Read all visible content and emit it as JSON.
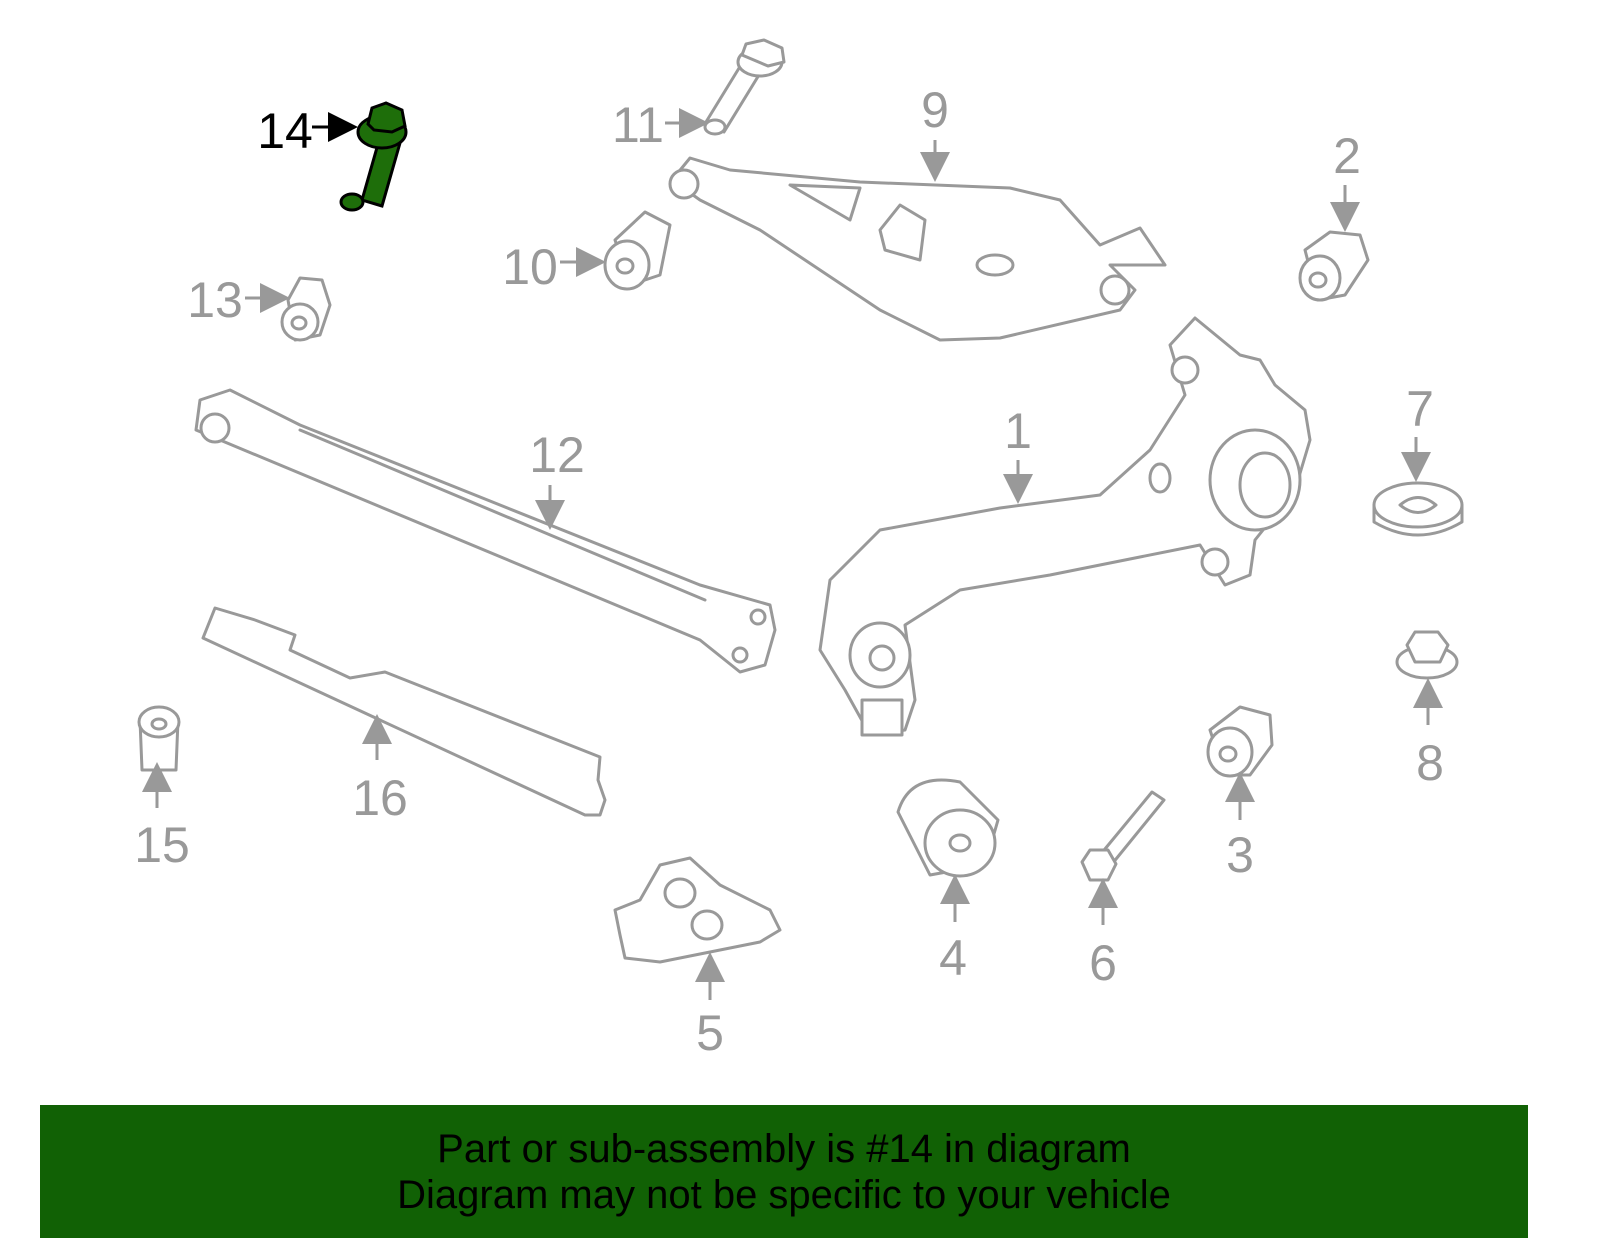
{
  "diagram": {
    "highlighted_part": "14",
    "highlight_color": "#1e6e0a",
    "callouts": {
      "p1": "1",
      "p2": "2",
      "p3": "3",
      "p4": "4",
      "p5": "5",
      "p6": "6",
      "p7": "7",
      "p8": "8",
      "p9": "9",
      "p10": "10",
      "p11": "11",
      "p12": "12",
      "p13": "13",
      "p14": "14",
      "p15": "15",
      "p16": "16"
    }
  },
  "banner": {
    "line1": "Part or sub-assembly is #14 in diagram",
    "line2": "Diagram may not be specific to your vehicle",
    "color": "#116105"
  }
}
